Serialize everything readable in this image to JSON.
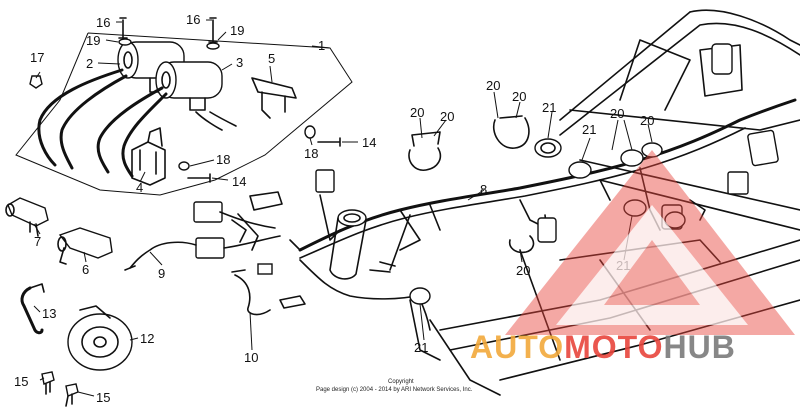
{
  "callouts": [
    {
      "id": "l16a",
      "text": "16"
    },
    {
      "id": "l19a",
      "text": "19"
    },
    {
      "id": "l16b",
      "text": "16"
    },
    {
      "id": "l19b",
      "text": "19"
    },
    {
      "id": "l1",
      "text": "1"
    },
    {
      "id": "l17",
      "text": "17"
    },
    {
      "id": "l2",
      "text": "2"
    },
    {
      "id": "l3",
      "text": "3"
    },
    {
      "id": "l5",
      "text": "5"
    },
    {
      "id": "l4",
      "text": "4"
    },
    {
      "id": "l18a",
      "text": "18"
    },
    {
      "id": "l14a",
      "text": "14"
    },
    {
      "id": "l18b",
      "text": "18"
    },
    {
      "id": "l14b",
      "text": "14"
    },
    {
      "id": "l7",
      "text": "7"
    },
    {
      "id": "l6",
      "text": "6"
    },
    {
      "id": "l9",
      "text": "9"
    },
    {
      "id": "l13",
      "text": "13"
    },
    {
      "id": "l12",
      "text": "12"
    },
    {
      "id": "l10",
      "text": "10"
    },
    {
      "id": "l15a",
      "text": "15"
    },
    {
      "id": "l15b",
      "text": "15"
    },
    {
      "id": "l8",
      "text": "8"
    },
    {
      "id": "l20a",
      "text": "20"
    },
    {
      "id": "l20b",
      "text": "20"
    },
    {
      "id": "l20c",
      "text": "20"
    },
    {
      "id": "l20d",
      "text": "20"
    },
    {
      "id": "l21a",
      "text": "21"
    },
    {
      "id": "l21b",
      "text": "21"
    },
    {
      "id": "l20e",
      "text": "20"
    },
    {
      "id": "l20f",
      "text": "20"
    },
    {
      "id": "l20g",
      "text": "20"
    },
    {
      "id": "l21c",
      "text": "21"
    },
    {
      "id": "l21d",
      "text": "21"
    }
  ],
  "copyright": {
    "line1": "Copyright",
    "line2": "Page design (c) 2004 - 2014 by ARI Network Services, Inc."
  },
  "watermark": {
    "auto": "AUTO",
    "moto": "MOTO",
    "hub": "HUB",
    "color_red": "#e8453c",
    "color_orange": "#f2a93b",
    "color_gray": "#7a7a7a"
  }
}
